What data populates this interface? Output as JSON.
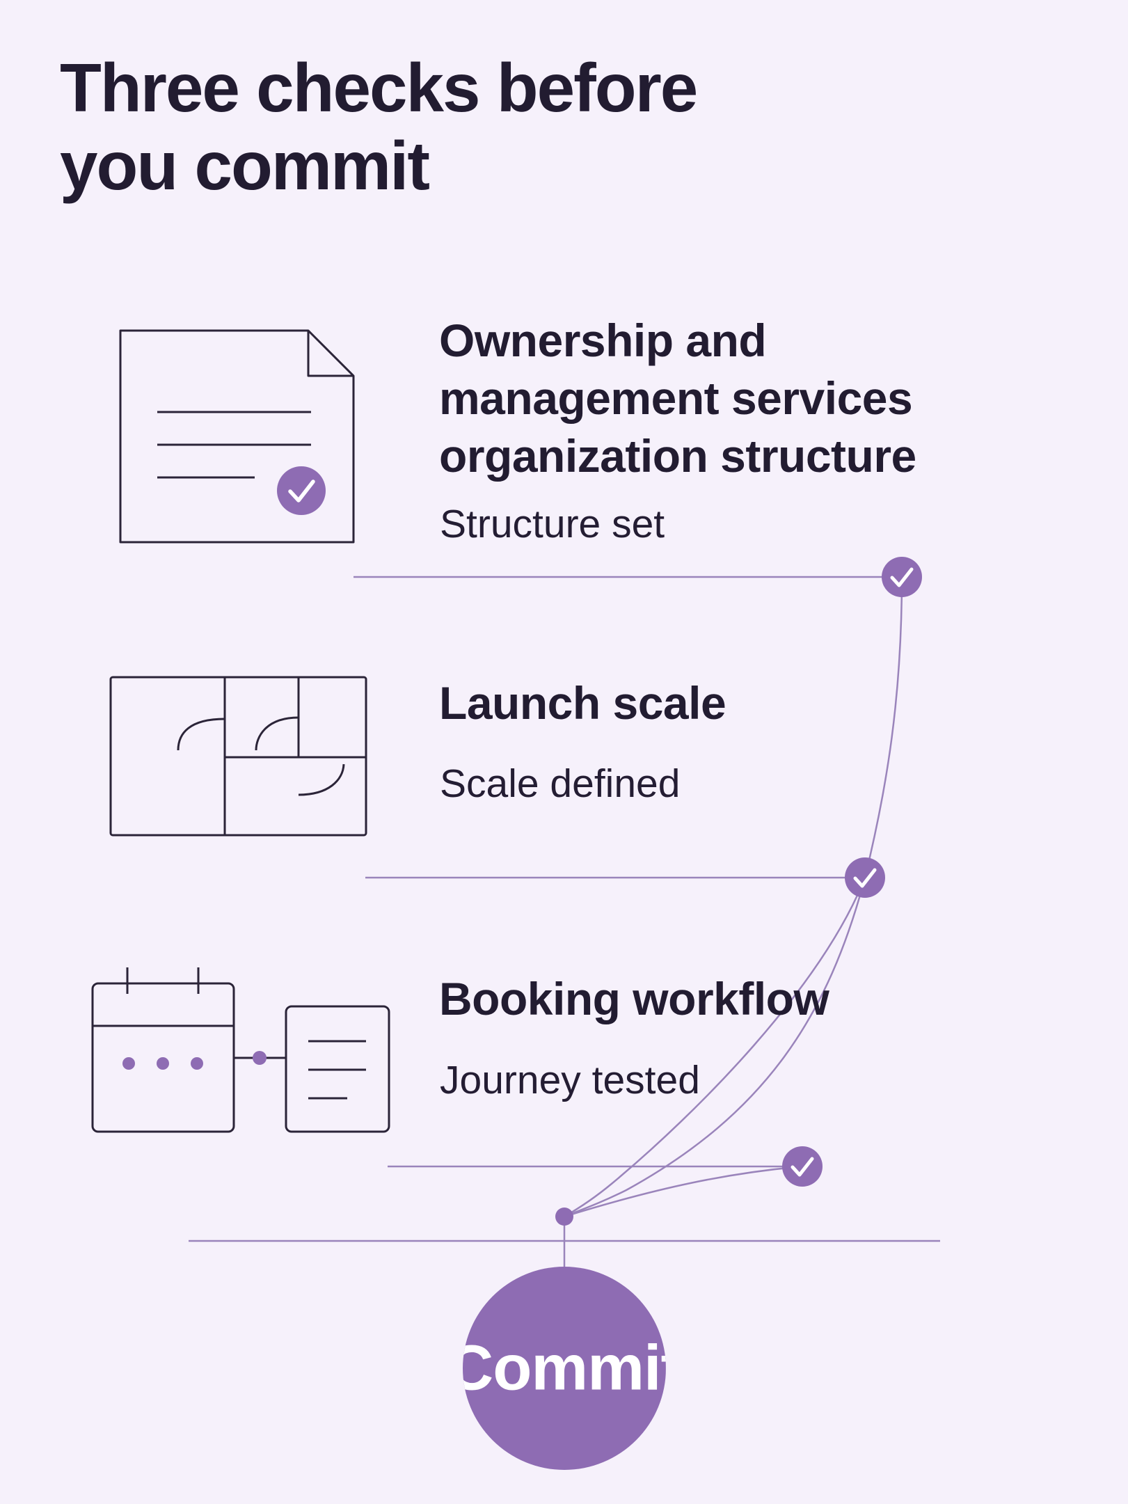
{
  "title": "Three checks before\nyou commit",
  "checks": [
    {
      "title": "Ownership and\nmanagement services\norganization structure",
      "status": "Structure set",
      "illustration": "document-check-icon"
    },
    {
      "title": "Launch scale",
      "status": "Scale defined",
      "illustration": "floor-plan-icon"
    },
    {
      "title": "Booking workflow",
      "status": "Journey tested",
      "illustration": "calendar-booking-icon"
    }
  ],
  "commit": {
    "label": "Commit"
  },
  "colors": {
    "background": "#f6f1fb",
    "text": "#221c31",
    "accent": "#8e6cb3",
    "line": "#9a84bb"
  }
}
